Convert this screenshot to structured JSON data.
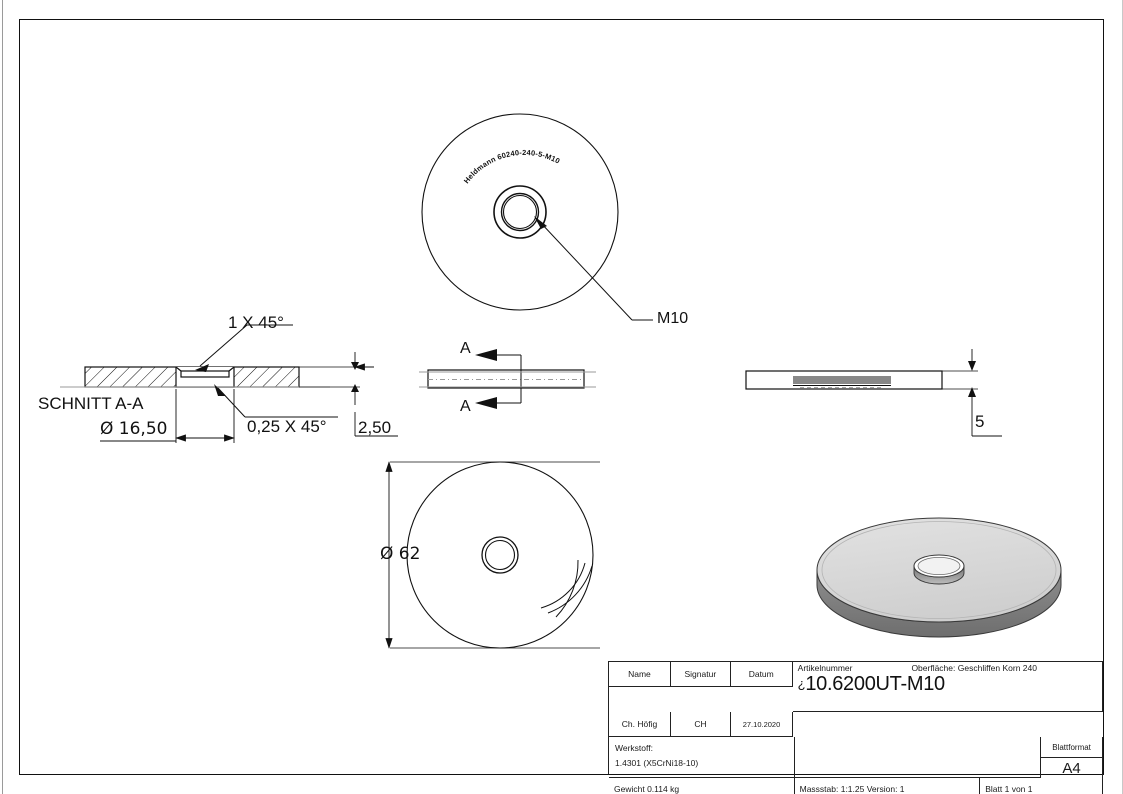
{
  "document": {
    "type": "technical-drawing",
    "page_format": "A4",
    "orientation": "landscape"
  },
  "views": {
    "top_view": {
      "name": "top-circular-view",
      "engraved_text": "Heldmann 60240-240-5-M10",
      "callout": "M10"
    },
    "section_view": {
      "name": "section-a-a",
      "title": "SCHNITT A-A",
      "dimensions": {
        "bore_diameter": "Ø 16,50",
        "chamfer_large": "1 X 45°",
        "chamfer_small": "0,25 X 45°",
        "counterbore_depth": "2,50"
      }
    },
    "front_view": {
      "name": "front-view-with-section-marks",
      "section_label_top": "A",
      "section_label_bottom": "A"
    },
    "side_view": {
      "name": "side-view",
      "thickness": "5"
    },
    "bottom_view": {
      "name": "bottom-circular-view",
      "outer_diameter": "Ø 62"
    },
    "iso_view": {
      "name": "isometric-view",
      "top_face_color": "#d8d8d8",
      "edge_color": "#7d7d7d"
    }
  },
  "title_block": {
    "headers": {
      "name": "Name",
      "signatur": "Signatur",
      "datum": "Datum"
    },
    "values": {
      "name": "Ch. Höfig",
      "signatur": "CH",
      "datum": "27.10.2020"
    },
    "article": {
      "label": "Artikelnummer",
      "qmark": "¿",
      "value": "10.6200UT-M10"
    },
    "surface": {
      "label": "Oberfläche:",
      "value": "Geschliffen Korn 240"
    },
    "material": {
      "label": "Werkstoff:",
      "value": "1.4301 (X5CrNi18-10)"
    },
    "weight": "Gewicht 0.114 kg",
    "scale_version": "Massstab: 1:1.25   Version: 1",
    "sheet": "Blatt 1 von 1",
    "sheet_format": {
      "label": "Blattformat",
      "value": "A4"
    }
  },
  "colors": {
    "line": "#111111",
    "frame": "#111111",
    "iso_top": "#d8d8d8",
    "iso_side": "#7d7d7d",
    "iso_hole": "#9c9c9c"
  }
}
